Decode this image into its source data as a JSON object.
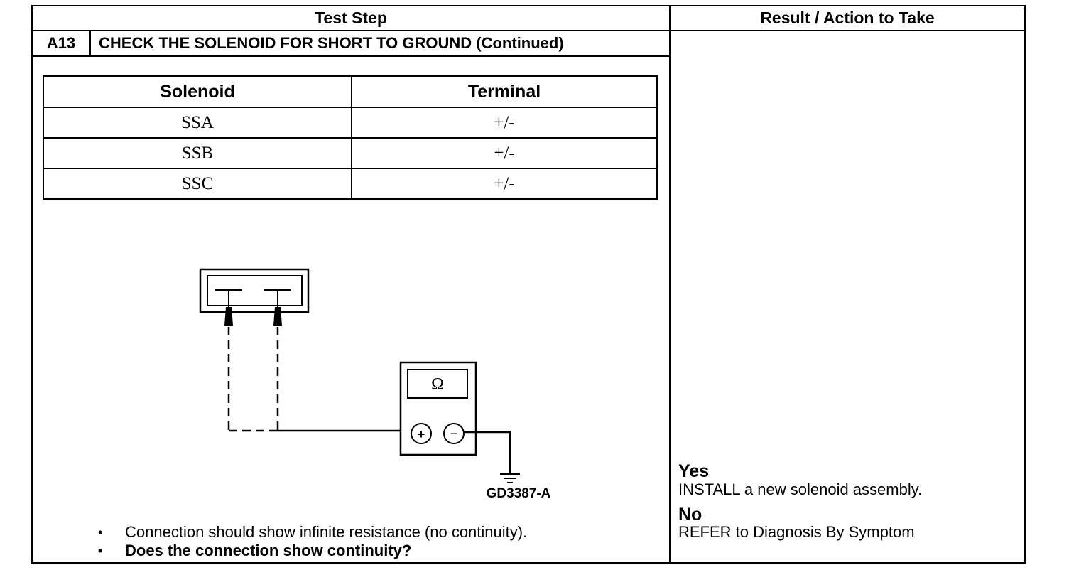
{
  "header": {
    "test_step": "Test Step",
    "result_action": "Result / Action to Take"
  },
  "step": {
    "id": "A13",
    "title": "CHECK THE SOLENOID FOR SHORT TO GROUND (Continued)"
  },
  "solenoid_table": {
    "columns": [
      "Solenoid",
      "Terminal"
    ],
    "rows": [
      [
        "SSA",
        "+/-"
      ],
      [
        "SSB",
        "+/-"
      ],
      [
        "SSC",
        "+/-"
      ]
    ]
  },
  "diagram": {
    "meter_symbol": "Ω",
    "plus_symbol": "+",
    "minus_symbol": "−",
    "figure_code": "GD3387-A"
  },
  "instructions": [
    "Connection should show infinite resistance (no continuity).",
    "Does the connection show continuity?"
  ],
  "results": {
    "yes_label": "Yes",
    "yes_action": "INSTALL a new solenoid assembly.",
    "no_label": "No",
    "no_action": "REFER to Diagnosis By Symptom"
  }
}
